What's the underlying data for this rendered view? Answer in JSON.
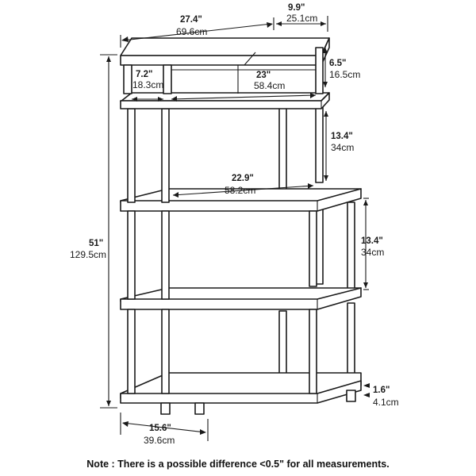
{
  "dimensions": {
    "width_in": "27.4\"",
    "width_cm": "69.6cm",
    "depth_in": "9.9\"",
    "depth_cm": "25.1cm",
    "top_h_in": "6.5\"",
    "top_h_cm": "16.5cm",
    "cubby_in": "7.2\"",
    "cubby_cm": "18.3cm",
    "opening_in": "23\"",
    "opening_cm": "58.4cm",
    "tier1_in": "13.4\"",
    "tier1_cm": "34cm",
    "inner_w_in": "22.9\"",
    "inner_w_cm": "58.2cm",
    "tier2_in": "13.4\"",
    "tier2_cm": "34cm",
    "height_in": "51\"",
    "height_cm": "129.5cm",
    "clear_in": "1.6\"",
    "clear_cm": "4.1cm",
    "base_d_in": "15.6\"",
    "base_d_cm": "39.6cm"
  },
  "note": "Note : There is a possible difference <0.5\" for all measurements."
}
